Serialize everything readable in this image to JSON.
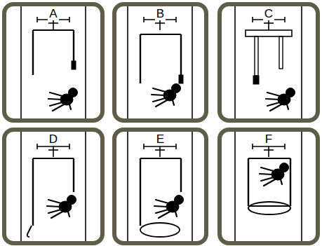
{
  "diagram": {
    "nodes": [
      {
        "text": [
          "A"
        ]
      },
      {
        "text": [
          "B"
        ]
      },
      {
        "text": [
          "C"
        ]
      },
      {
        "text": [
          "D"
        ]
      },
      {
        "text": [
          "E"
        ]
      },
      {
        "text": [
          "F"
        ]
      }
    ]
  }
}
